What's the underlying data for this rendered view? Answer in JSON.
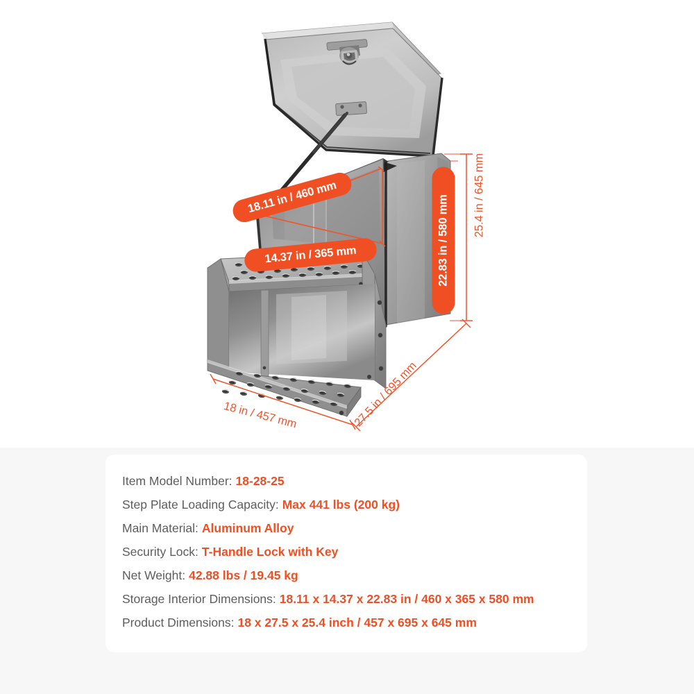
{
  "product": {
    "name": "aluminum truck step toolbox",
    "lid_state": "open",
    "accent_color": "#f04e23",
    "dimension_line_color": "#f0552b",
    "body_color": "#9a9a9a",
    "card_background": "#ffffff",
    "page_background": "#f7f7f7"
  },
  "callouts": {
    "interior_length": "18.11 in / 460 mm",
    "interior_width": "14.37 in / 365 mm",
    "interior_height": "22.83 in / 580 mm",
    "overall_height": "25.4 in / 645 mm",
    "overall_width": "18 in / 457 mm",
    "overall_depth": "27.5 in / 695 mm"
  },
  "spec_card": {
    "rows": [
      {
        "label": "Item Model Number:",
        "value": "18-28-25"
      },
      {
        "label": "Step Plate Loading Capacity:",
        "value": "Max 441 lbs (200 kg)"
      },
      {
        "label": "Main Material:",
        "value": "Aluminum Alloy"
      },
      {
        "label": "Security Lock:",
        "value": "T-Handle Lock with Key"
      },
      {
        "label": "Net Weight:",
        "value": "42.88 lbs / 19.45 kg"
      },
      {
        "label": "Storage Interior Dimensions:",
        "value": "18.11 x 14.37 x 22.83 in / 460 x 365 x 580 mm"
      },
      {
        "label": "Product Dimensions:",
        "value": "18 x 27.5 x 25.4 inch / 457 x 695 x 645 mm"
      }
    ]
  }
}
